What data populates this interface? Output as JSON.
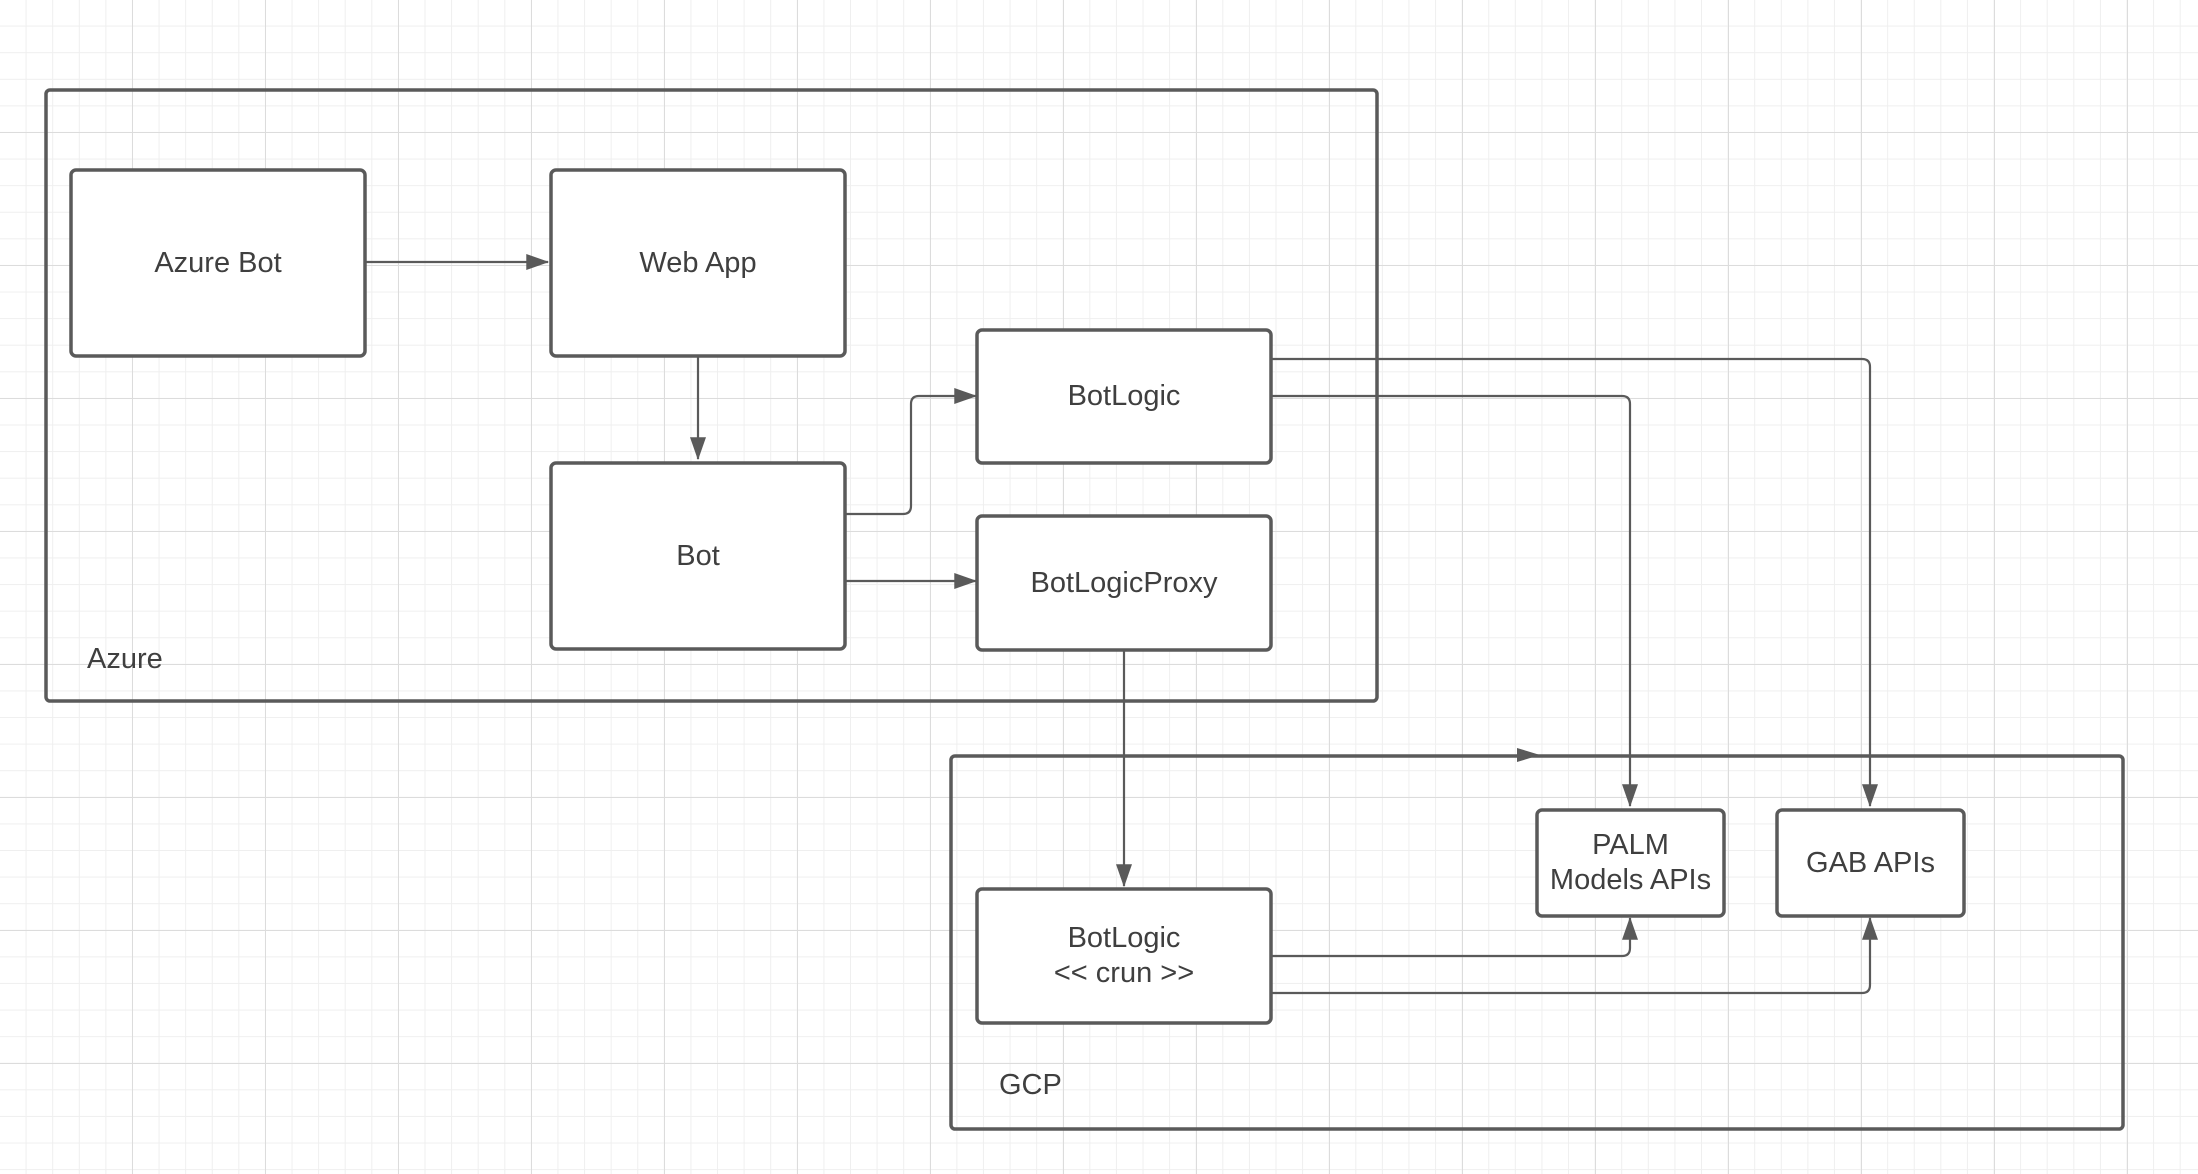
{
  "containers": {
    "azure": {
      "label": "Azure"
    },
    "gcp": {
      "label": "GCP"
    }
  },
  "nodes": {
    "azure_bot": {
      "label": "Azure Bot"
    },
    "web_app": {
      "label": "Web App"
    },
    "bot": {
      "label": "Bot"
    },
    "botlogic": {
      "label": "BotLogic"
    },
    "botlogic_proxy": {
      "label": "BotLogicProxy"
    },
    "botlogic_crun": {
      "label": "BotLogic\n<< crun >>"
    },
    "palm_models_apis": {
      "label": "PALM\nModels APIs"
    },
    "gab_apis": {
      "label": "GAB APIs"
    }
  },
  "colors": {
    "stroke": "#5a5a5a",
    "text": "#3f3f3f",
    "background": "#ffffff",
    "grid_major": "#dcdcdc",
    "grid_minor": "#efefef"
  }
}
